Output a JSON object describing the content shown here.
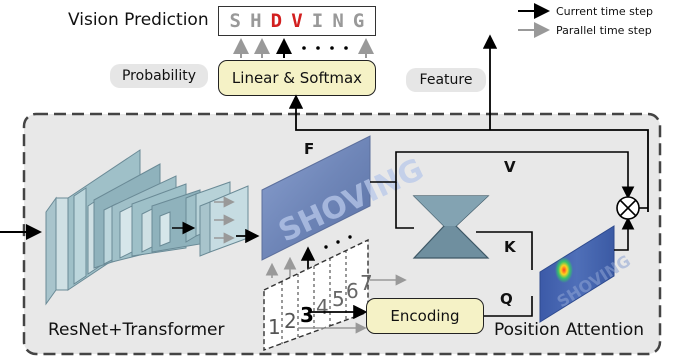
{
  "title": "Vision Prediction",
  "prediction": [
    {
      "char": "S",
      "color": "#999999"
    },
    {
      "char": "H",
      "color": "#999999"
    },
    {
      "char": "D",
      "color": "#d21f1f"
    },
    {
      "char": "V",
      "color": "#d21f1f"
    },
    {
      "char": "I",
      "color": "#999999"
    },
    {
      "char": "N",
      "color": "#999999"
    },
    {
      "char": "G",
      "color": "#999999"
    }
  ],
  "legend": {
    "current": "Current time step",
    "parallel": "Parallel time step",
    "current_color": "#000000",
    "parallel_color": "#999999"
  },
  "labels": {
    "probability": "Probability",
    "linear_softmax": "Linear & Softmax",
    "feature": "Feature",
    "F": "F",
    "V": "V",
    "K": "K",
    "Q": "Q",
    "encoding": "Encoding",
    "resnet": "ResNet+Transformer",
    "position_attention": "Position Attention"
  },
  "feature_map_text": "SHOVING",
  "attention_map_text": "SHOVING",
  "position_numbers": [
    "1",
    "2",
    "3",
    "4",
    "5",
    "6",
    "7"
  ],
  "dots": "· · · ·",
  "colors": {
    "yellow_box": "#f5f2c6",
    "pill": "#e6e6e6",
    "feature_map": "#6f86b8",
    "panel_border": "#444444",
    "decoder": "#6f8f9f"
  }
}
